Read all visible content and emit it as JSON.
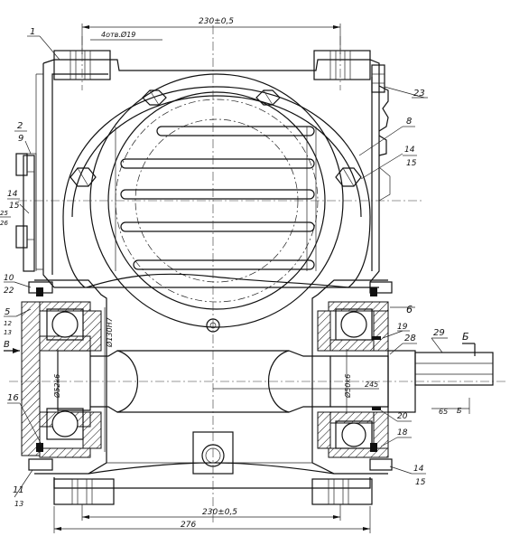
{
  "dimensions": {
    "top_width": "230±0,5",
    "holes": "4отв.Ø19",
    "bottom_width": "230±0,5",
    "overall_width": "276",
    "dia_bearing_left": "Ø52k6",
    "dia_bore": "Ø130H7",
    "dia_bearing_right": "Ø50k6",
    "shaft_length": "245",
    "shaft_end": "65"
  },
  "section_markers": {
    "left_letter": "В",
    "right_letter": "Б",
    "small_letter": "Б"
  },
  "callouts": [
    {
      "id": "1",
      "num": "1",
      "den": ""
    },
    {
      "id": "2",
      "num": "2",
      "den": "9"
    },
    {
      "id": "14a",
      "num": "14",
      "den": "15"
    },
    {
      "id": "25",
      "num": "25",
      "den": "26"
    },
    {
      "id": "10",
      "num": "10",
      "den": "22"
    },
    {
      "id": "5",
      "num": "5",
      "den": "12"
    },
    {
      "id": "5b",
      "num": "",
      "den": "13"
    },
    {
      "id": "16",
      "num": "16",
      "den": ""
    },
    {
      "id": "11",
      "num": "11",
      "den": "13"
    },
    {
      "id": "23",
      "num": "23",
      "den": ""
    },
    {
      "id": "8",
      "num": "8",
      "den": ""
    },
    {
      "id": "14b",
      "num": "14",
      "den": "15"
    },
    {
      "id": "6",
      "num": "6",
      "den": ""
    },
    {
      "id": "19",
      "num": "19",
      "den": ""
    },
    {
      "id": "28",
      "num": "28",
      "den": ""
    },
    {
      "id": "29",
      "num": "29",
      "den": ""
    },
    {
      "id": "20",
      "num": "20",
      "den": ""
    },
    {
      "id": "18",
      "num": "18",
      "den": ""
    },
    {
      "id": "14c",
      "num": "14",
      "den": "15"
    }
  ]
}
